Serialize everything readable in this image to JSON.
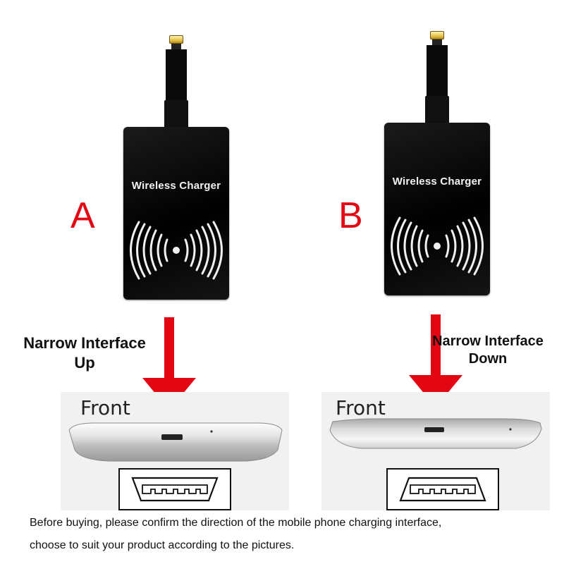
{
  "variants": [
    {
      "letter": "A",
      "charger_label": "Wireless Charger",
      "orientation_line1": "Narrow Interface",
      "orientation_line2": "Up",
      "front_label": "Front"
    },
    {
      "letter": "B",
      "charger_label": "Wireless Charger",
      "orientation_line1": "Narrow Interface",
      "orientation_line2": "Down",
      "front_label": "Front"
    }
  ],
  "footer": {
    "line1": "Before buying, please confirm the direction of the mobile phone charging interface,",
    "line2": "choose to suit your product according to the pictures."
  },
  "colors": {
    "accent_red": "#e30613",
    "charger_black": "#000000"
  },
  "icons": [
    "usb-connector-icon",
    "wireless-signal-icon",
    "arrow-down-icon",
    "micro-usb-port-icon"
  ]
}
